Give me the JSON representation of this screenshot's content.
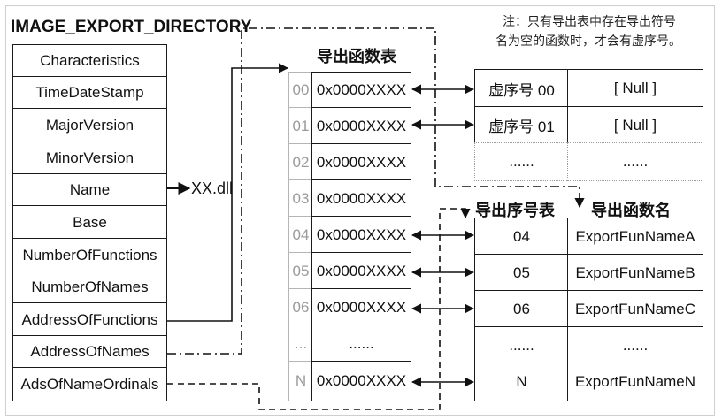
{
  "struct": {
    "title": "IMAGE_EXPORT_DIRECTORY",
    "fields": [
      {
        "label": "Characteristics"
      },
      {
        "label": "TimeDateStamp"
      },
      {
        "label": "MajorVersion"
      },
      {
        "label": "MinorVersion"
      },
      {
        "label": "Name"
      },
      {
        "label": "Base"
      },
      {
        "label": "NumberOfFunctions"
      },
      {
        "label": "NumberOfNames"
      },
      {
        "label": "AddressOfFunctions"
      },
      {
        "label": "AddressOfNames"
      },
      {
        "label": "AdsOfNameOrdinals"
      }
    ]
  },
  "dll_label": "XX.dll",
  "function_table": {
    "title": "导出函数表",
    "rows": [
      {
        "index": "00",
        "value": "0x0000XXXX"
      },
      {
        "index": "01",
        "value": "0x0000XXXX"
      },
      {
        "index": "02",
        "value": "0x0000XXXX"
      },
      {
        "index": "03",
        "value": "0x0000XXXX"
      },
      {
        "index": "04",
        "value": "0x0000XXXX"
      },
      {
        "index": "05",
        "value": "0x0000XXXX"
      },
      {
        "index": "06",
        "value": "0x0000XXXX"
      },
      {
        "index": "...",
        "value": "......"
      },
      {
        "index": "N",
        "value": "0x0000XXXX"
      }
    ]
  },
  "note": {
    "line1": "注：只有导出表中存在导出符号",
    "line2": "名为空的函数时，才会有虚序号。"
  },
  "virtual_table": {
    "rows": [
      {
        "ordinal": "虚序号 00",
        "name": "[ Null ]"
      },
      {
        "ordinal": "虚序号 01",
        "name": "[ Null ]"
      },
      {
        "ordinal": "......",
        "name": "......"
      }
    ]
  },
  "names_table": {
    "ordinal_header": "导出序号表",
    "name_header": "导出函数名",
    "rows": [
      {
        "ordinal": "04",
        "name": "ExportFunNameA"
      },
      {
        "ordinal": "05",
        "name": "ExportFunNameB"
      },
      {
        "ordinal": "06",
        "name": "ExportFunNameC"
      },
      {
        "ordinal": "......",
        "name": "......"
      },
      {
        "ordinal": "N",
        "name": "ExportFunNameN"
      }
    ]
  }
}
